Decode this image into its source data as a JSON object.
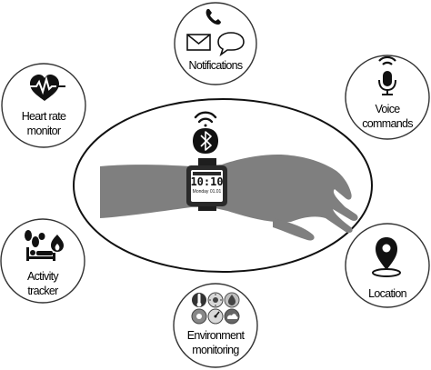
{
  "features": {
    "notifications": {
      "label": "Notifications"
    },
    "heart_rate": {
      "line1": "Heart rate",
      "line2": "monitor"
    },
    "voice": {
      "line1": "Voice",
      "line2": "commands"
    },
    "activity": {
      "line1": "Activity",
      "line2": "tracker"
    },
    "location": {
      "label": "Location"
    },
    "environment": {
      "line1": "Environment",
      "line2": "monitoring"
    }
  },
  "watch": {
    "time": "10:10",
    "date": "Monday 01.01"
  },
  "icons": {
    "notifications": [
      "phone-icon",
      "envelope-icon",
      "speech-bubble-icon"
    ],
    "heart_rate": [
      "heart-pulse-icon"
    ],
    "voice": [
      "microphone-icon"
    ],
    "activity": [
      "footsteps-icon",
      "flame-icon",
      "bed-icon"
    ],
    "location": [
      "map-pin-icon"
    ],
    "environment": [
      "thermometer-icon",
      "sun-icon",
      "humidity-icon",
      "pressure-icon"
    ],
    "center": [
      "bluetooth-icon",
      "wifi-signal-icon",
      "smartwatch-icon",
      "hand-icon"
    ]
  },
  "colors": {
    "stroke": "#222222",
    "hand": "#7f7f7f",
    "watch": "#2a2a2a",
    "screen": "#ffffff"
  }
}
